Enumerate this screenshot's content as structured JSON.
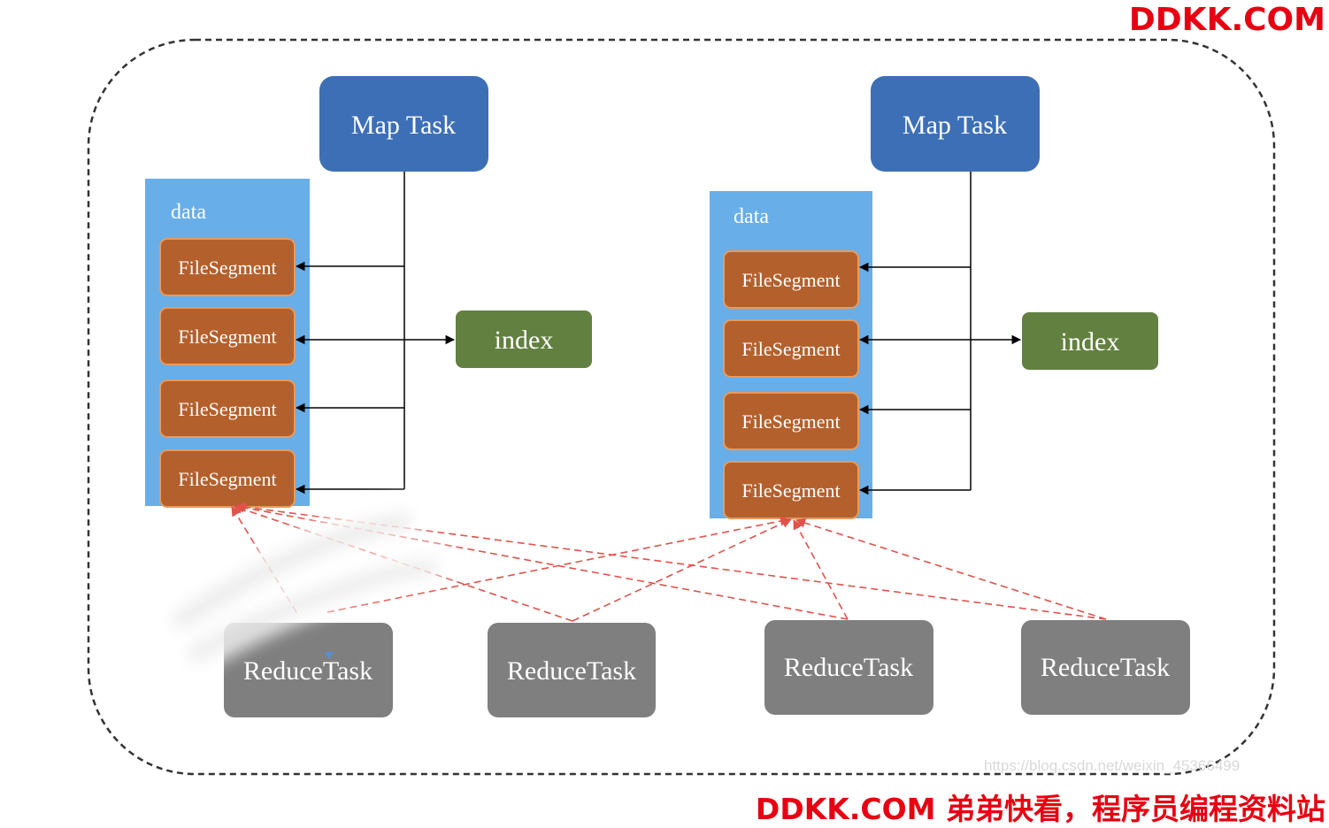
{
  "watermark": {
    "top": "DDKK.COM",
    "bottom": "DDKK.COM 弟弟快看，程序员编程资料站",
    "url": "https://blog.csdn.net/weixin_45366499"
  },
  "left_group": {
    "map_task": "Map Task",
    "data_label": "data",
    "segments": [
      "FileSegment",
      "FileSegment",
      "FileSegment",
      "FileSegment"
    ],
    "index": "index"
  },
  "right_group": {
    "map_task": "Map Task",
    "data_label": "data",
    "segments": [
      "FileSegment",
      "FileSegment",
      "FileSegment",
      "FileSegment"
    ],
    "index": "index"
  },
  "reduce_tasks": [
    "ReduceTask",
    "ReduceTask",
    "ReduceTask",
    "ReduceTask"
  ],
  "colors": {
    "map_task": "#3d6fb6",
    "data_block": "#68aee8",
    "file_segment": "#b4602c",
    "file_segment_border": "#e89a5c",
    "index": "#62803f",
    "reduce_task": "#7f7f7f",
    "fetch_line": "#e0524a",
    "border": "#333333"
  }
}
